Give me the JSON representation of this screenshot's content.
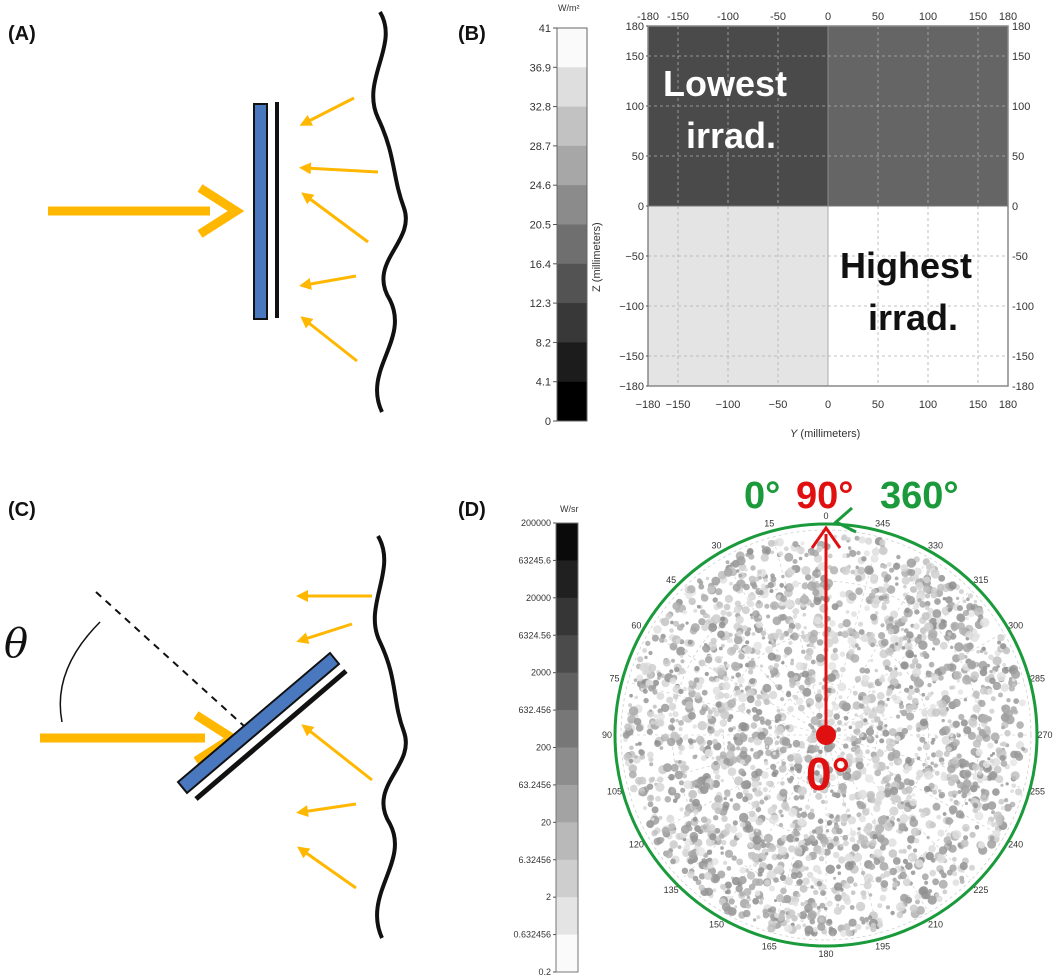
{
  "panels": {
    "a": {
      "label": "(A)"
    },
    "b": {
      "label": "(B)"
    },
    "c": {
      "label": "(C)",
      "angle_symbol": "θ"
    },
    "d": {
      "label": "(D)"
    }
  },
  "colors": {
    "beam": "#ffb700",
    "panel_blue": "#4a78bf",
    "annotation_red": "#e01010",
    "annotation_green": "#1a9a3a"
  },
  "irradiance_map": {
    "colorbar_unit": "W/m²",
    "colorbar_ticks": [
      "41",
      "36.9",
      "32.8",
      "28.7",
      "24.6",
      "20.5",
      "16.4",
      "12.3",
      "8.2",
      "4.1",
      "0"
    ],
    "colorbar_levels": 10,
    "x_ticks_bottom": [
      "−180",
      "−150",
      "−100",
      "−50",
      "0",
      "50",
      "100",
      "150",
      "180"
    ],
    "x_ticks_top": [
      "-180",
      "-150",
      "-100",
      "-50",
      "0",
      "50",
      "100",
      "150",
      "180"
    ],
    "y_ticks_left": [
      "180",
      "150",
      "100",
      "50",
      "0",
      "−50",
      "−100",
      "−150",
      "−180"
    ],
    "y_ticks_right": [
      "180",
      "150",
      "100",
      "50",
      "0",
      "-50",
      "-100",
      "-150",
      "-180"
    ],
    "xlabel_var": "Y",
    "xlabel_unit": "(millimeters)",
    "ylabel": "Z (millimeters)",
    "xlim": [
      -180,
      180
    ],
    "ylim": [
      -180,
      180
    ],
    "quadrants": {
      "top_left": {
        "level": 0.25,
        "text_line1": "Lowest",
        "text_line2": "irrad."
      },
      "top_right": {
        "level": 0.38
      },
      "bottom_left": {
        "level": 0.9
      },
      "bottom_right": {
        "level": 1.0,
        "text_line1": "Highest",
        "text_line2": "irrad."
      }
    }
  },
  "intensity_plot": {
    "colorbar_unit": "W/sr",
    "colorbar_ticks": [
      "200000",
      "63245.6",
      "20000",
      "6324.56",
      "2000",
      "632.456",
      "200",
      "63.2456",
      "20",
      "6.32456",
      "2",
      "0.632456",
      "0.2"
    ],
    "colorbar_levels": 12,
    "angle_labels": [
      "0",
      "15",
      "30",
      "45",
      "60",
      "75",
      "90",
      "105",
      "120",
      "135",
      "150",
      "165",
      "180",
      "195",
      "210",
      "225",
      "240",
      "255",
      "270",
      "285",
      "300",
      "315",
      "330",
      "345"
    ],
    "top_annotation_left": "0°",
    "top_annotation_mid": "90°",
    "top_annotation_right": "360°",
    "center_annotation": "0°"
  }
}
